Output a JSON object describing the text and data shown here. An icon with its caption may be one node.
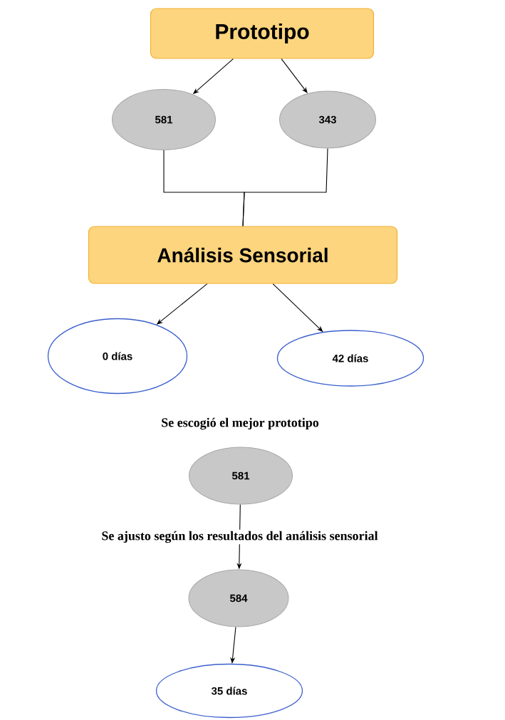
{
  "diagram": {
    "nodes": [
      {
        "text": [
          "Prototipo"
        ]
      },
      {
        "text": [
          "581"
        ]
      },
      {
        "text": [
          "343"
        ]
      },
      {
        "text": [
          "Análisis Sensorial"
        ]
      },
      {
        "text": [
          "0 días"
        ]
      },
      {
        "text": [
          "42 días"
        ]
      },
      {
        "text": [
          "581"
        ]
      },
      {
        "text": [
          "584"
        ]
      },
      {
        "text": [
          "35 días"
        ]
      }
    ],
    "edges": [
      {
        "from": 0,
        "to": 1,
        "arrow": "to"
      },
      {
        "from": 0,
        "to": 2,
        "arrow": "to"
      },
      {
        "from": 1,
        "to": 3,
        "arrow": "none"
      },
      {
        "from": 2,
        "to": 3,
        "arrow": "none"
      },
      {
        "from": 3,
        "to": 4,
        "arrow": "to"
      },
      {
        "from": 3,
        "to": 5,
        "arrow": "to"
      },
      {
        "from": 6,
        "to": 7,
        "arrow": "to",
        "label": "Se ajusto según los resultados del análisis sensorial"
      },
      {
        "from": 7,
        "to": 8,
        "arrow": "to"
      }
    ],
    "labels": [
      "Se escogió el mejor prototipo"
    ]
  }
}
